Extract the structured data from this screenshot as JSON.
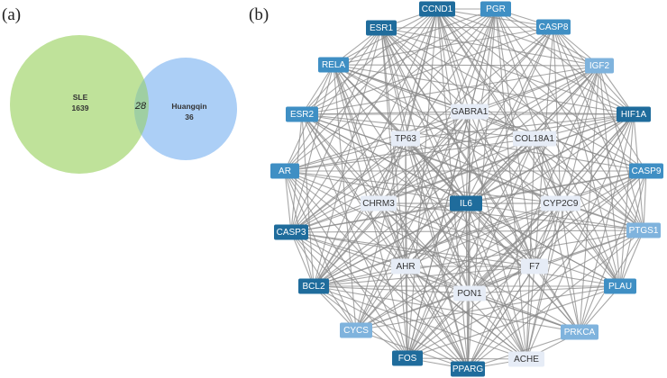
{
  "panels": {
    "a_label": "(a)",
    "b_label": "(b)"
  },
  "venn": {
    "left_name": "SLE",
    "left_count": "1639",
    "overlap_count": "28",
    "right_name": "Huangqin",
    "right_count": "36",
    "left_color": "#bfe29a",
    "right_color": "#9ec7f5",
    "overlap_color": "#9fcfa2"
  },
  "network": {
    "edge_color": "#8a8a8a",
    "center_node": "IL6",
    "outer_nodes": [
      "CCND1",
      "PGR",
      "CASP8",
      "IGF2",
      "HIF1A",
      "CASP9",
      "PTGS1",
      "PLAU",
      "PRKCA",
      "ACHE",
      "PPARG",
      "FOS",
      "CYCS",
      "BCL2",
      "CASP3",
      "AR",
      "ESR2",
      "RELA",
      "ESR1"
    ],
    "inner_nodes": [
      "GABRA1",
      "COL18A1",
      "CYP2C9",
      "F7",
      "PON1",
      "AHR",
      "CHRM3",
      "TP63"
    ],
    "palette": {
      "dark": "#1f6c9c",
      "medium": "#3f8fc4",
      "light": "#7fb3dd",
      "pale": "#e6ecf6"
    }
  }
}
